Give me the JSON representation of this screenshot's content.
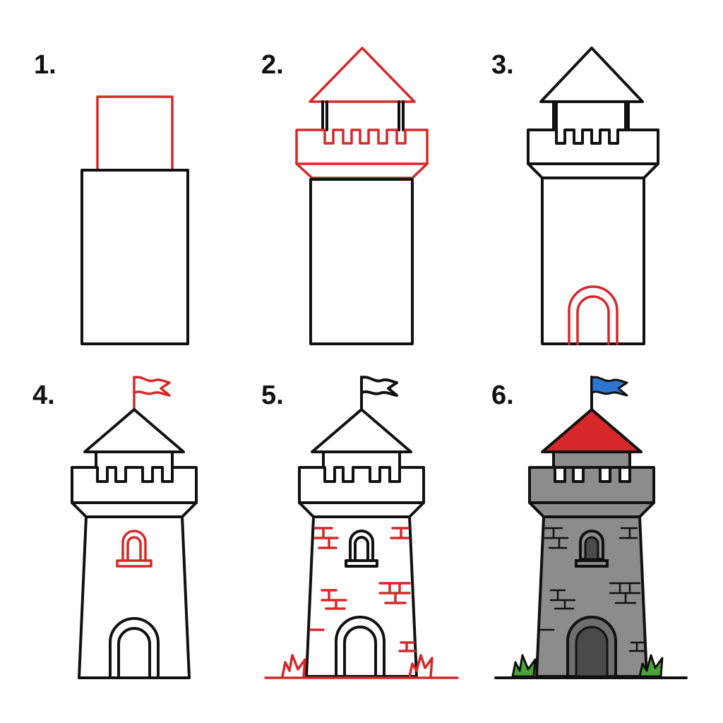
{
  "steps": [
    {
      "label": "1."
    },
    {
      "label": "2."
    },
    {
      "label": "3."
    },
    {
      "label": "4."
    },
    {
      "label": "5."
    },
    {
      "label": "6."
    }
  ],
  "colors": {
    "outline": "#111111",
    "new_lines": "#d62828",
    "stone": "#8c8c8c",
    "stone_dark": "#6e6e6e",
    "roof": "#d62828",
    "flag": "#2f74d0",
    "grass": "#4aa437",
    "door": "#4a4a4a"
  }
}
